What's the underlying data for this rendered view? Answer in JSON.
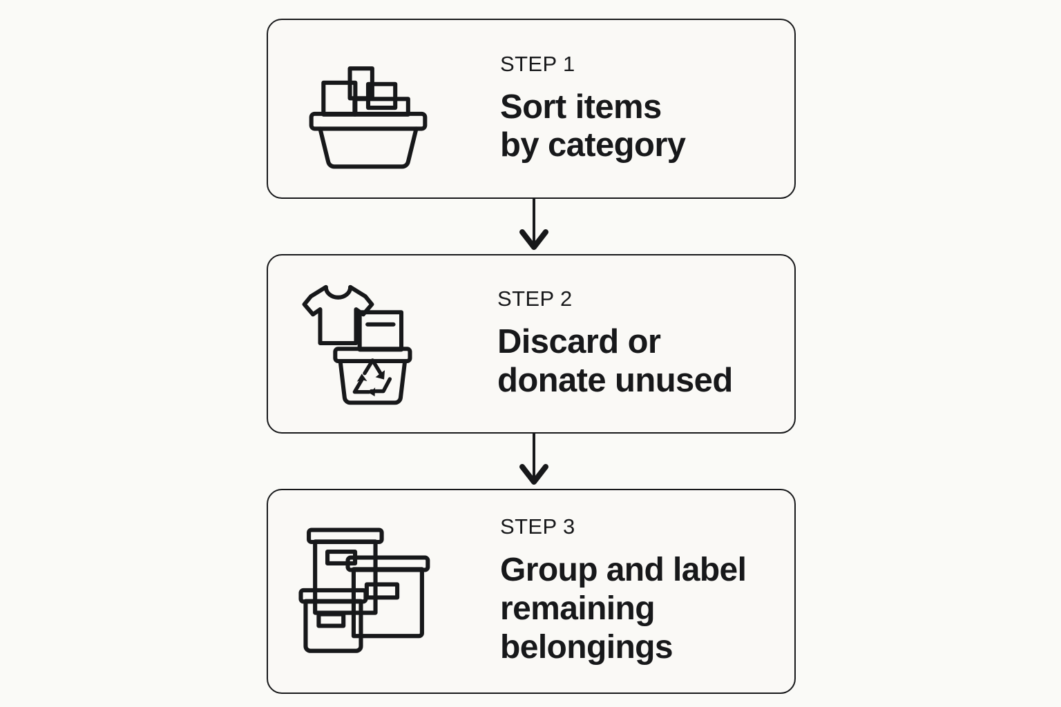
{
  "page": {
    "background_color": "#fafaf7",
    "ink_color": "#17181a",
    "title": "Three step decluttering process flowchart"
  },
  "flow": {
    "orientation": "vertical",
    "connector_icon": "arrow-down-icon",
    "steps": [
      {
        "eyebrow": "STEP 1",
        "title": "Sort items\nby category",
        "icon": "basket-with-boxes-icon",
        "icon_parts": [
          "storage-basket",
          "box-tall-left",
          "box-narrow-top",
          "box-medium-right",
          "box-wide-low"
        ]
      },
      {
        "eyebrow": "STEP 2",
        "title": "Discard or\ndonate unused",
        "icon": "tshirt-box-recycle-bin-icon",
        "icon_parts": [
          "t-shirt",
          "cardboard-box",
          "recycle-bin",
          "recycle-symbol"
        ]
      },
      {
        "eyebrow": "STEP 3",
        "title": "Group and label\nremaining\nbelongings",
        "icon": "labeled-storage-boxes-icon",
        "icon_parts": [
          "tall-box-with-lid",
          "wide-box-with-lid",
          "front-box-with-lid",
          "label-tag-1",
          "label-tag-2",
          "label-tag-3"
        ]
      }
    ]
  }
}
